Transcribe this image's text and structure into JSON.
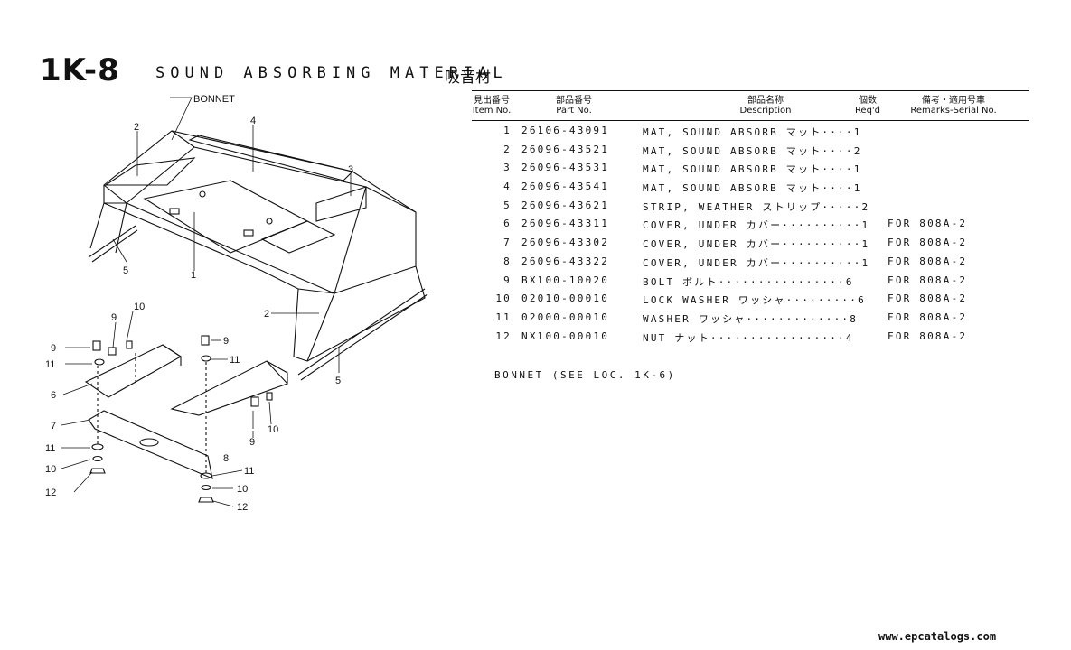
{
  "header": {
    "code": "1K-8",
    "title": "SOUND ABSORBING MATERIAL",
    "title_jp": "吸音材"
  },
  "diagram": {
    "labels": {
      "bonnet": "BONNET",
      "n1": "1",
      "n2": "2",
      "n3": "3",
      "n4": "4",
      "n5": "5",
      "n6": "6",
      "n7": "7",
      "n8": "8",
      "n9": "9",
      "n10": "10",
      "n11": "11",
      "n12": "12"
    }
  },
  "table": {
    "headers": {
      "item_jp": "見出番号",
      "item": "Item No.",
      "part_jp": "部品番号",
      "part": "Part No.",
      "desc_jp": "部品名称",
      "desc": "Description",
      "qty_jp": "個数",
      "qty": "Req'd",
      "remarks_jp": "備考・適用号車",
      "remarks": "Remarks-Serial No."
    },
    "rows": [
      {
        "item": "1",
        "part": "26106-43091",
        "desc": "MAT, SOUND ABSORB マット····1",
        "remarks": ""
      },
      {
        "item": "2",
        "part": "26096-43521",
        "desc": "MAT, SOUND ABSORB マット····2",
        "remarks": ""
      },
      {
        "item": "3",
        "part": "26096-43531",
        "desc": "MAT, SOUND ABSORB マット····1",
        "remarks": ""
      },
      {
        "item": "4",
        "part": "26096-43541",
        "desc": "MAT, SOUND ABSORB マット····1",
        "remarks": ""
      },
      {
        "item": "5",
        "part": "26096-43621",
        "desc": "STRIP, WEATHER ストリップ·····2",
        "remarks": ""
      },
      {
        "item": "6",
        "part": "26096-43311",
        "desc": "COVER, UNDER カバー··········1",
        "remarks": "FOR 808A-2"
      },
      {
        "item": "7",
        "part": "26096-43302",
        "desc": "COVER, UNDER カバー··········1",
        "remarks": "FOR 808A-2"
      },
      {
        "item": "8",
        "part": "26096-43322",
        "desc": "COVER, UNDER カバー··········1",
        "remarks": "FOR 808A-2"
      },
      {
        "item": "9",
        "part": "BX100-10020",
        "desc": "BOLT ボルト················6",
        "remarks": "FOR 808A-2"
      },
      {
        "item": "10",
        "part": "02010-00010",
        "desc": "LOCK WASHER ワッシャ·········6",
        "remarks": "FOR 808A-2"
      },
      {
        "item": "11",
        "part": "02000-00010",
        "desc": "WASHER ワッシャ·············8",
        "remarks": "FOR 808A-2"
      },
      {
        "item": "12",
        "part": "NX100-00010",
        "desc": "NUT ナット·················4",
        "remarks": "FOR 808A-2"
      }
    ]
  },
  "note": "BONNET (SEE LOC. 1K-6)",
  "footer": {
    "url": "www.epcatalogs.com"
  }
}
